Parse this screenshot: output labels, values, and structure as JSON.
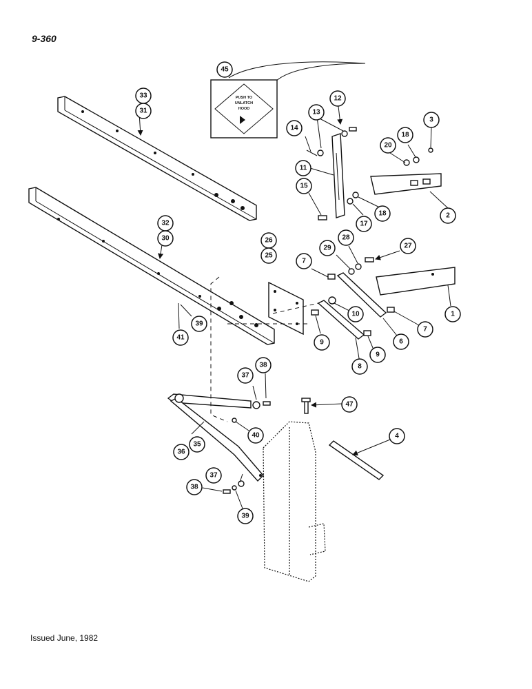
{
  "header": {
    "page_number": "9-360"
  },
  "footer": {
    "issued": "Issued June, 1982"
  },
  "decal": {
    "line1": "PUSH TO",
    "line2": "UNLATCH",
    "line3": "HOOD"
  },
  "callouts": {
    "c45": "45",
    "c33": "33",
    "c31": "31",
    "c32": "32",
    "c30": "30",
    "c12": "12",
    "c13": "13",
    "c14": "14",
    "c11": "11",
    "c15": "15",
    "c17": "17",
    "c18a": "18",
    "c18b": "18",
    "c20": "20",
    "c3": "3",
    "c2": "2",
    "c26": "26",
    "c25": "25",
    "c29": "29",
    "c28": "28",
    "c27": "27",
    "c7a": "7",
    "c7b": "7",
    "c10": "10",
    "c1": "1",
    "c6": "6",
    "c9a": "9",
    "c9b": "9",
    "c8": "8",
    "c41": "41",
    "c39a": "39",
    "c37a": "37",
    "c38a": "38",
    "c47": "47",
    "c40": "40",
    "c36": "36",
    "c35": "35",
    "c4": "4",
    "c37b": "37",
    "c38b": "38",
    "c39b": "39"
  }
}
